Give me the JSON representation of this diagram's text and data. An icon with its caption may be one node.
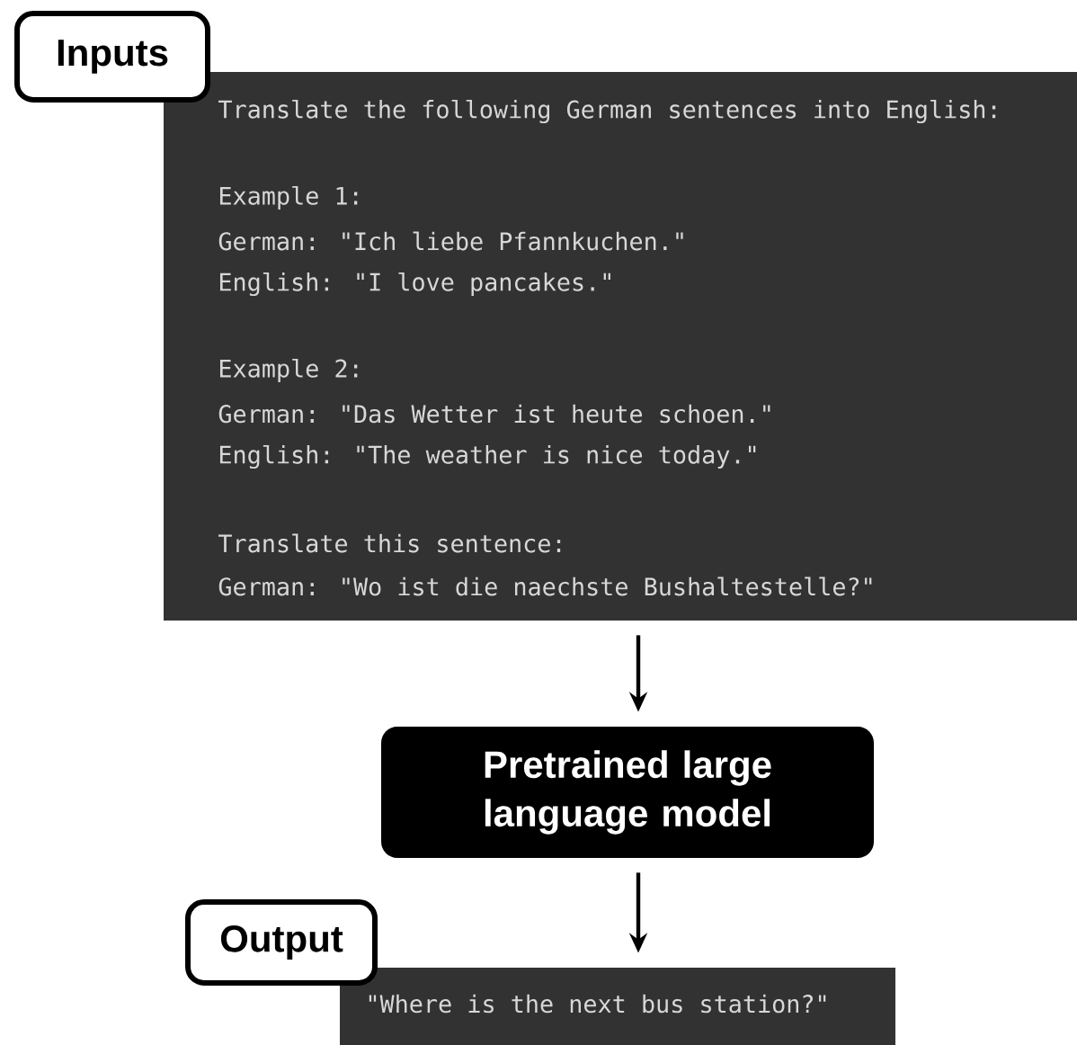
{
  "diagram": {
    "nodes": [
      {
        "text": [
          "Inputs"
        ]
      },
      {
        "text": [
          "Translate the following German sentences into English:",
          "Example 1:",
          "German: \"Ich liebe Pfannkuchen.\"",
          "English: \"I love pancakes.\"",
          "Example 2:",
          "German: \"Das Wetter ist heute schoen.\"",
          "English: \"The weather is nice today.\"",
          "Translate this sentence:",
          "German: \"Wo ist die naechste Bushaltestelle?\""
        ]
      },
      {
        "text": [
          "Pretrained large language model"
        ]
      },
      {
        "text": [
          "Output"
        ]
      },
      {
        "text": [
          "\"Where is the next bus station?\""
        ]
      }
    ],
    "edges": [
      {
        "from": 1,
        "to": 2,
        "arrow": "to"
      },
      {
        "from": 2,
        "to": 4,
        "arrow": "to"
      }
    ]
  }
}
